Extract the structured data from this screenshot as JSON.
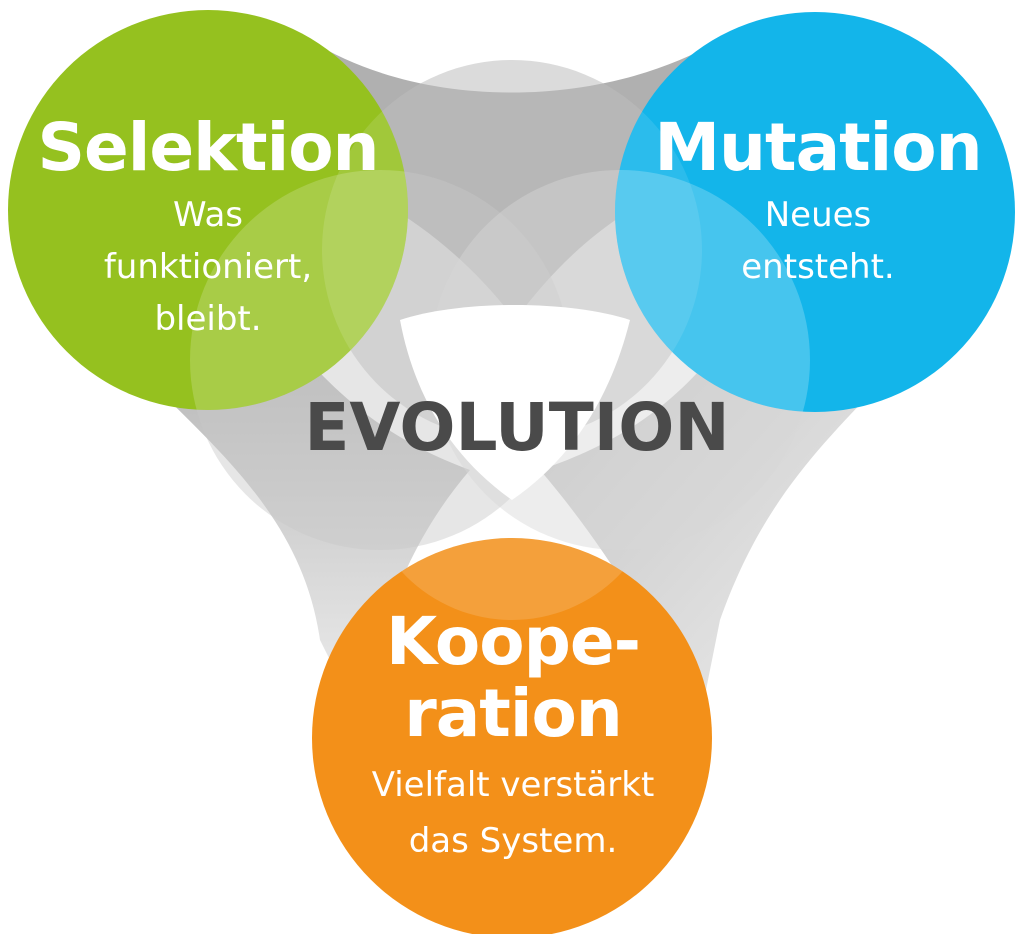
{
  "center": {
    "title": "EVOLUTION"
  },
  "nodes": [
    {
      "id": "selektion",
      "title": "Selektion",
      "lines": [
        "Was",
        "funktioniert,",
        "bleibt."
      ],
      "color": "#95c11f"
    },
    {
      "id": "mutation",
      "title": "Mutation",
      "lines": [
        "Neues",
        "entsteht."
      ],
      "color": "#13b5ea"
    },
    {
      "id": "kooperation",
      "title_lines": [
        "Koope-",
        "ration"
      ],
      "lines": [
        "Vielfalt verstärkt",
        "das System."
      ],
      "color": "#f39019"
    }
  ],
  "colors": {
    "band_gray": "#c6c6c6",
    "text_dark": "#4a4a4a",
    "background": "#ffffff"
  }
}
